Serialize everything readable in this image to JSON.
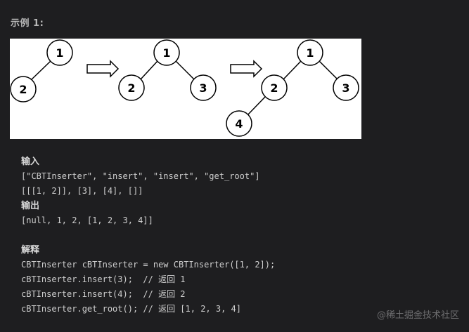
{
  "example": {
    "title": "示例 1:"
  },
  "diagram": {
    "step1": {
      "nodes": [
        "1",
        "2"
      ]
    },
    "step2": {
      "nodes": [
        "1",
        "2",
        "3"
      ]
    },
    "step3": {
      "nodes": [
        "1",
        "2",
        "3",
        "4"
      ]
    }
  },
  "io": {
    "input_heading": "输入",
    "input_line1": "[\"CBTInserter\", \"insert\", \"insert\", \"get_root\"]",
    "input_line2": "[[[1, 2]], [3], [4], []]",
    "output_heading": "输出",
    "output_line": "[null, 1, 2, [1, 2, 3, 4]]",
    "explain_heading": "解释",
    "explain_lines": [
      "CBTInserter cBTInserter = new CBTInserter([1, 2]);",
      "cBTInserter.insert(3);  // 返回 1",
      "cBTInserter.insert(4);  // 返回 2",
      "cBTInserter.get_root(); // 返回 [1, 2, 3, 4]"
    ]
  },
  "watermark": "@稀土掘金技术社区"
}
